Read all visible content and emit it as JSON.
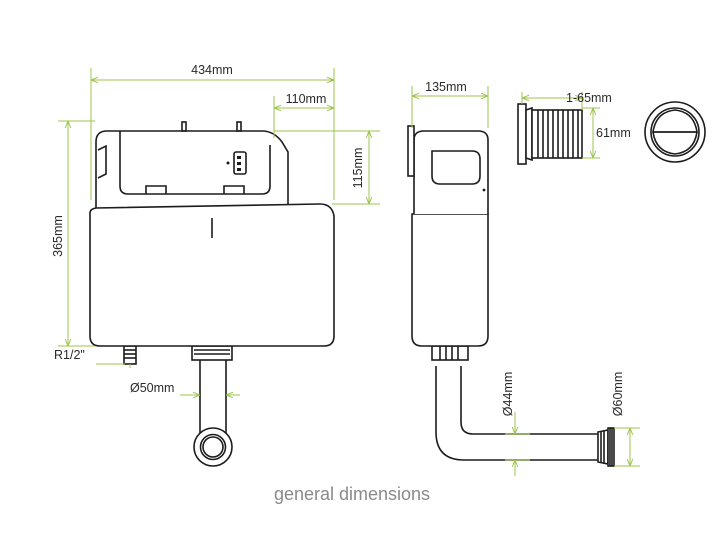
{
  "caption": "general dimensions",
  "dimensions": {
    "cistern_width": "434mm",
    "inlet_offset": "110mm",
    "top_height": "115mm",
    "overall_height": "365mm",
    "inlet_thread": "R1/2\"",
    "flush_pipe_front": "Ø50mm",
    "depth": "135mm",
    "button_length": "1-65mm",
    "button_height": "61mm",
    "pipe_side_small": "Ø44mm",
    "pipe_side_large": "Ø60mm"
  },
  "colors": {
    "outline": "#1c1c1c",
    "dimension_line": "#9dc44d",
    "text": "#2a2a2a",
    "caption": "#8a8a8a"
  }
}
